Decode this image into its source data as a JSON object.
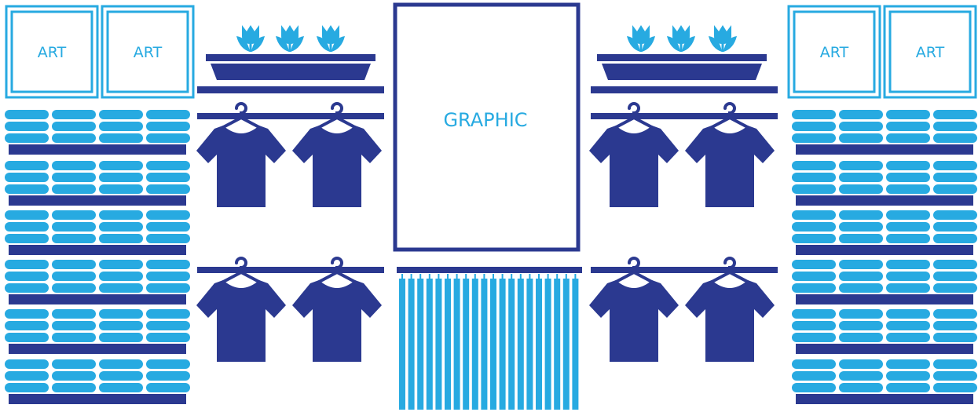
{
  "colors": {
    "navy": "#2B3990",
    "cyan": "#27AAE1",
    "white": "#FFFFFF"
  },
  "labels": {
    "art_1": "ART",
    "art_2": "ART",
    "art_3": "ART",
    "art_4": "ART",
    "graphic": "GRAPHIC"
  },
  "icons": {
    "tulip": "tulip-icon",
    "tshirt": "tshirt-icon",
    "hanger": "hanger-icon",
    "folded_stack": "folded-garment-stack-icon",
    "hanging_garments": "hanging-garments-icon"
  }
}
